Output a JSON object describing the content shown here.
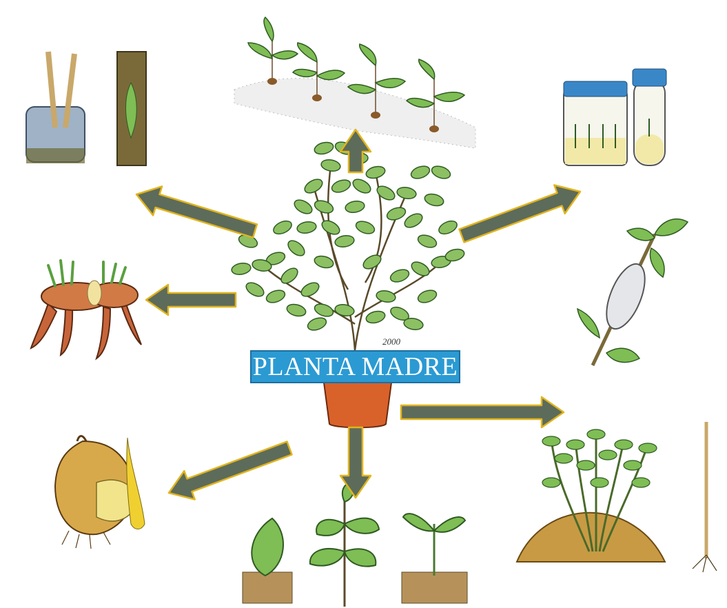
{
  "center": {
    "label": "PLANTA MADRE",
    "signature_year": "2000"
  },
  "colors": {
    "arrow_fill": "#5d6b5a",
    "arrow_stroke": "#e0b41e",
    "leaf": "#8cc063",
    "leaf_dark": "#4c7d32",
    "pot": "#d9622a",
    "label_bg": "#2b9ad3",
    "soil": "#c89a44",
    "root": "#b4582c"
  },
  "methods": [
    {
      "id": "grafting",
      "icon": "grafting-icon"
    },
    {
      "id": "seedlings",
      "icon": "seedlings-in-soil-icon"
    },
    {
      "id": "in-vitro",
      "icon": "in-vitro-culture-icon"
    },
    {
      "id": "air-layering",
      "icon": "air-layering-icon"
    },
    {
      "id": "mound-layering",
      "icon": "mound-layering-icon"
    },
    {
      "id": "cuttings",
      "icon": "cuttings-icon"
    },
    {
      "id": "bulb",
      "icon": "bulb-icon"
    },
    {
      "id": "division",
      "icon": "root-division-icon"
    }
  ]
}
